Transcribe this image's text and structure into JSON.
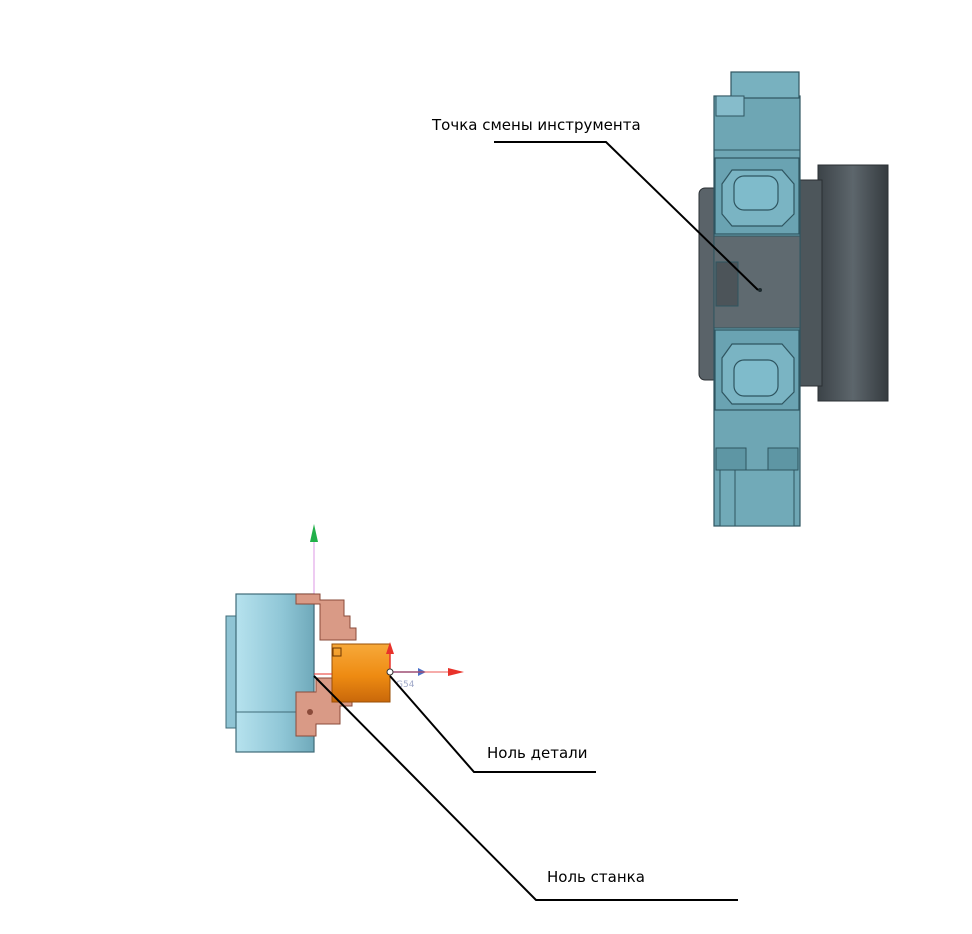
{
  "labels": {
    "tool_change_point": "Точка смены инструмента",
    "part_zero": "Ноль детали",
    "machine_zero": "Ноль станка"
  },
  "coordinate_system": {
    "work_offset": "G54"
  },
  "colors": {
    "turret_body": "#6ea6b4",
    "turret_edge": "#2f5560",
    "turret_hub": "#4a5156",
    "chuck_body": "#9fd0de",
    "jaws": "#d99a86",
    "workpiece": "#ef8a10",
    "axis_x": "#e8322a",
    "axis_y": "#22b04a",
    "axis_z": "#4a6fc8",
    "leader_line": "#000000"
  }
}
